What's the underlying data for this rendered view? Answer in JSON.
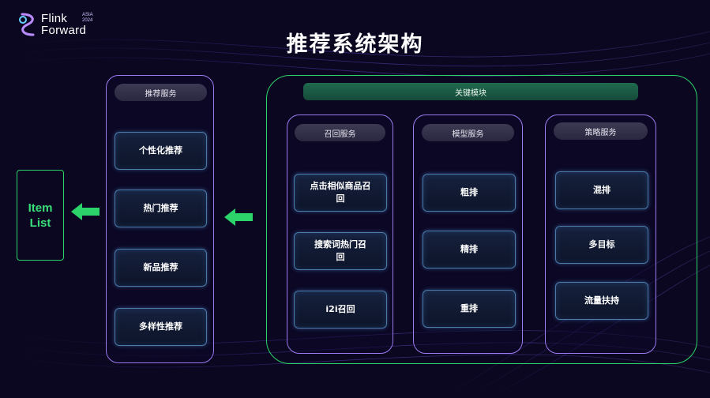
{
  "logo": {
    "line1": "Flink",
    "line2": "Forward",
    "badge_line1": "ASIA",
    "badge_line2": "2024"
  },
  "title": "推荐系统架构",
  "item_list": "Item List",
  "recommend_service": {
    "header": "推荐服务",
    "items": [
      "个性化推荐",
      "热门推荐",
      "新品推荐",
      "多样性推荐"
    ]
  },
  "key_modules": {
    "header": "关键模块",
    "recall": {
      "header": "召回服务",
      "items": [
        "点击相似商品召回",
        "搜索词热门召回",
        "i2i召回"
      ]
    },
    "model": {
      "header": "模型服务",
      "items": [
        "粗排",
        "精排",
        "重排"
      ]
    },
    "strategy": {
      "header": "策略服务",
      "items": [
        "混排",
        "多目标",
        "流量扶持"
      ]
    }
  },
  "colors": {
    "background": "#0b0720",
    "accent_green": "#2bd36a",
    "column_border": "#9c7bf0",
    "node_border": "#4a7aa8"
  }
}
